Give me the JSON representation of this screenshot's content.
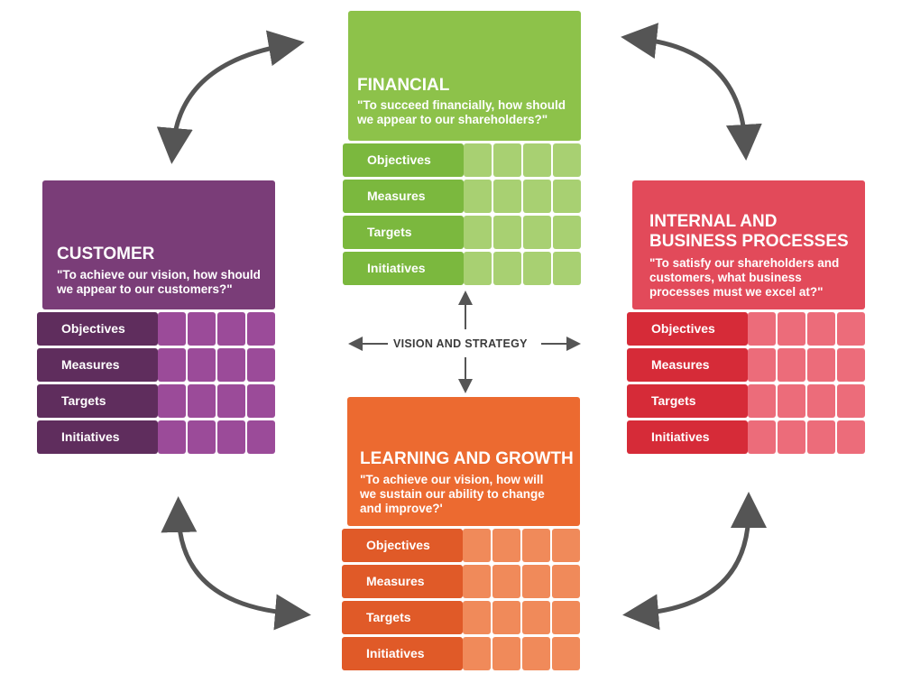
{
  "center": {
    "label": "VISION AND STRATEGY"
  },
  "colors": {
    "financial": {
      "head": "#8dc24a",
      "label": "#7bb83e",
      "cell": "#a8d072"
    },
    "customer": {
      "head": "#7a3d78",
      "label": "#5f2d5d",
      "cell": "#9b4b99"
    },
    "internal": {
      "head": "#e24a5a",
      "label": "#d62b38",
      "cell": "#ec6c7a"
    },
    "learning": {
      "head": "#ec6a30",
      "label": "#e05a28",
      "cell": "#f08a5a"
    },
    "arrows": "#555555"
  },
  "financial": {
    "title": "FINANCIAL",
    "quote_line1": "\"To succeed financially, how should",
    "quote_line2": "we appear to our shareholders?\"",
    "rows": [
      "Objectives",
      "Measures",
      "Targets",
      "Initiatives"
    ]
  },
  "customer": {
    "title": "CUSTOMER",
    "quote_line1": "\"To achieve our vision, how should",
    "quote_line2": "we appear to our customers?\"",
    "rows": [
      "Objectives",
      "Measures",
      "Targets",
      "Initiatives"
    ]
  },
  "internal": {
    "title_line1": "INTERNAL AND",
    "title_line2": "BUSINESS PROCESSES",
    "quote_line1": "\"To satisfy our shareholders and",
    "quote_line2": "customers, what business",
    "quote_line3": "processes must we excel at?\"",
    "rows": [
      "Objectives",
      "Measures",
      "Targets",
      "Initiatives"
    ]
  },
  "learning": {
    "title": "LEARNING AND GROWTH",
    "quote_line1": "\"To achieve our vision, how will",
    "quote_line2": "we sustain our ability to change",
    "quote_line3": "and improve?'",
    "rows": [
      "Objectives",
      "Measures",
      "Targets",
      "Initiatives"
    ]
  }
}
